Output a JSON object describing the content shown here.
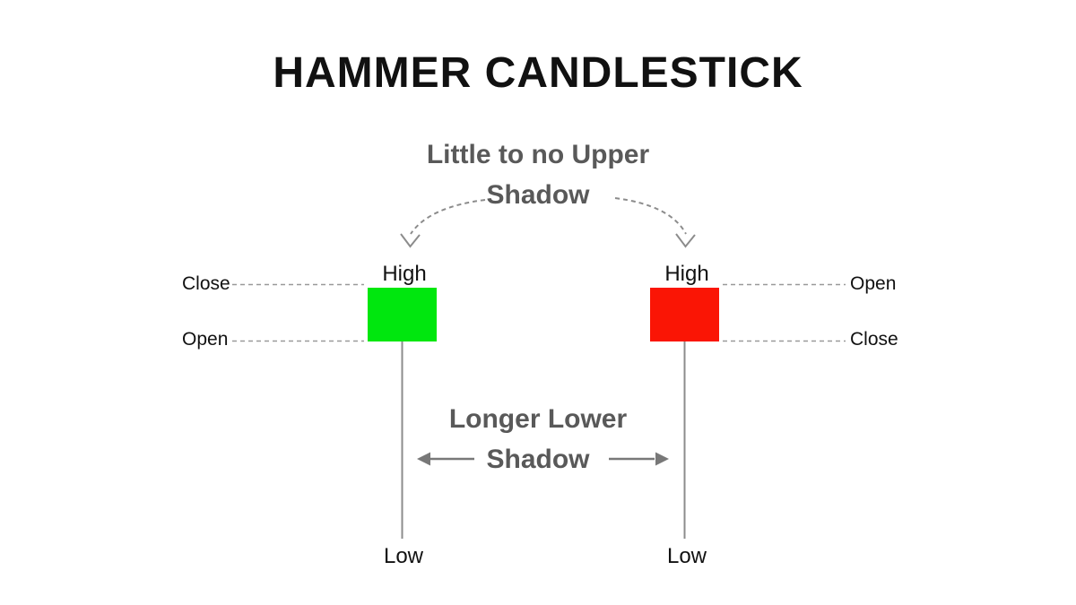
{
  "title": "HAMMER CANDLESTICK",
  "annotations": {
    "upper_shadow": {
      "line1": "Little to no Upper",
      "line2": "Shadow"
    },
    "lower_shadow": {
      "line1": "Longer Lower",
      "line2": "Shadow"
    }
  },
  "left_candle": {
    "type": "bullish",
    "body_color": "#00e70e",
    "high": "High",
    "low": "Low",
    "close": "Close",
    "open": "Open"
  },
  "right_candle": {
    "type": "bearish",
    "body_color": "#fa1505",
    "high": "High",
    "low": "Low",
    "open": "Open",
    "close": "Close"
  },
  "colors": {
    "bullish_body": "#00e70e",
    "bearish_body": "#fa1505",
    "annotation_text": "#595959",
    "price_text": "#111111",
    "line_gray": "#8c8c8c"
  }
}
